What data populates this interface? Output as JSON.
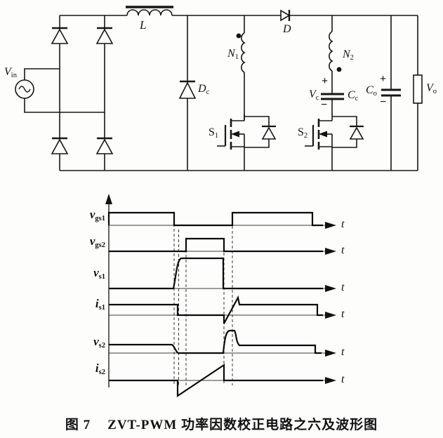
{
  "figure": {
    "caption_prefix": "图 7",
    "caption_text": "ZVT-PWM 功率因数校正电路之六及波形图"
  },
  "circuit": {
    "source_label": {
      "main": "V",
      "sub": "in"
    },
    "inductor_label": "L",
    "clamp_diode_label": {
      "main": "D",
      "sub": "c"
    },
    "boost_diode_label": "D",
    "winding1_label": {
      "main": "N",
      "sub": "1"
    },
    "winding2_label": {
      "main": "N",
      "sub": "2"
    },
    "switch1_label": {
      "main": "S",
      "sub": "1"
    },
    "switch2_label": {
      "main": "S",
      "sub": "2"
    },
    "clamp_cap_voltage_label": {
      "main": "V",
      "sub": "c"
    },
    "clamp_cap_label": {
      "main": "C",
      "sub": "c"
    },
    "output_cap_label": {
      "main": "C",
      "sub": "o"
    },
    "output_voltage_label": {
      "main": "V",
      "sub": "o"
    },
    "plus_sign": "+",
    "minus_sign": "−"
  },
  "waveforms": {
    "time_label": "t",
    "rows": [
      {
        "main": "v",
        "sub": "gs1"
      },
      {
        "main": "v",
        "sub": "gs2"
      },
      {
        "main": "v",
        "sub": "s1"
      },
      {
        "main": "i",
        "sub": "s1"
      },
      {
        "main": "v",
        "sub": "s2"
      },
      {
        "main": "i",
        "sub": "s2"
      }
    ]
  }
}
